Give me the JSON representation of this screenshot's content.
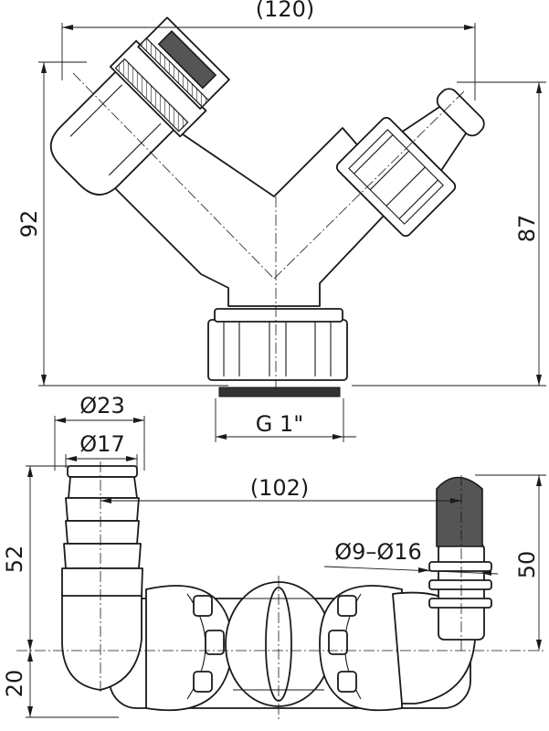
{
  "dimensions": {
    "top_width": "(120)",
    "left_height": "92",
    "right_height": "87",
    "thread": "G 1\"",
    "outer_diameter": "Ø23",
    "inner_diameter": "Ø17",
    "center_distance": "(102)",
    "hose_range": "Ø9–Ø16",
    "left_height_bottom": "52",
    "right_height_bottom": "50",
    "bottom_offset": "20"
  }
}
